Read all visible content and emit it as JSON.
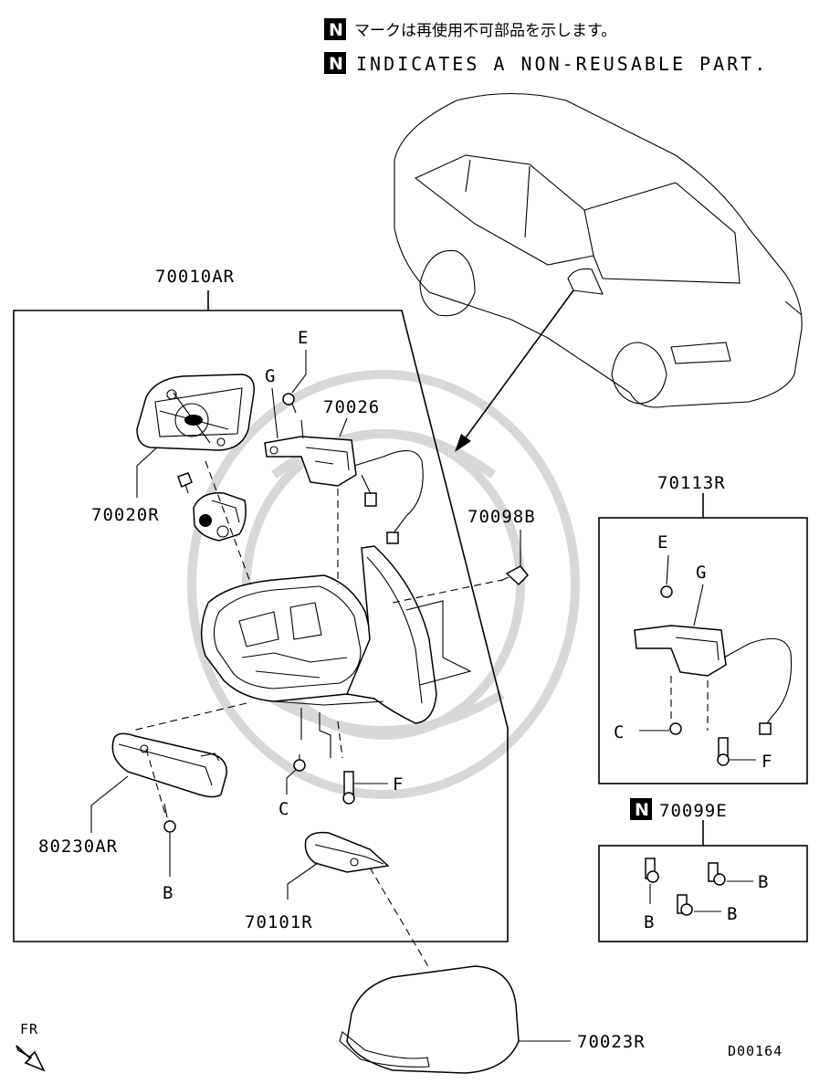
{
  "header": {
    "n_mark": "N",
    "note_jp": "マークは再使用不可部品を示します。",
    "note_en": "INDICATES A NON-REUSABLE PART."
  },
  "labels": {
    "assembly": "70010AR",
    "cover": "70020R",
    "actuator": "70026",
    "screw_kit": "70098B",
    "motor_kit": "70113R",
    "n_kit_mark": "N",
    "n_kit": "70099E",
    "turn_lamp": "80230AR",
    "base_cover": "70101R",
    "cap": "70023R",
    "code": "D00164",
    "fr": "FR"
  },
  "callouts": {
    "E_main": "E",
    "G_main": "G",
    "C_main": "C",
    "F_main": "F",
    "B_main": "B",
    "E_kit": "E",
    "G_kit": "G",
    "C_kit": "C",
    "F_kit": "F",
    "B1": "B",
    "B2": "B",
    "B3": "B"
  }
}
